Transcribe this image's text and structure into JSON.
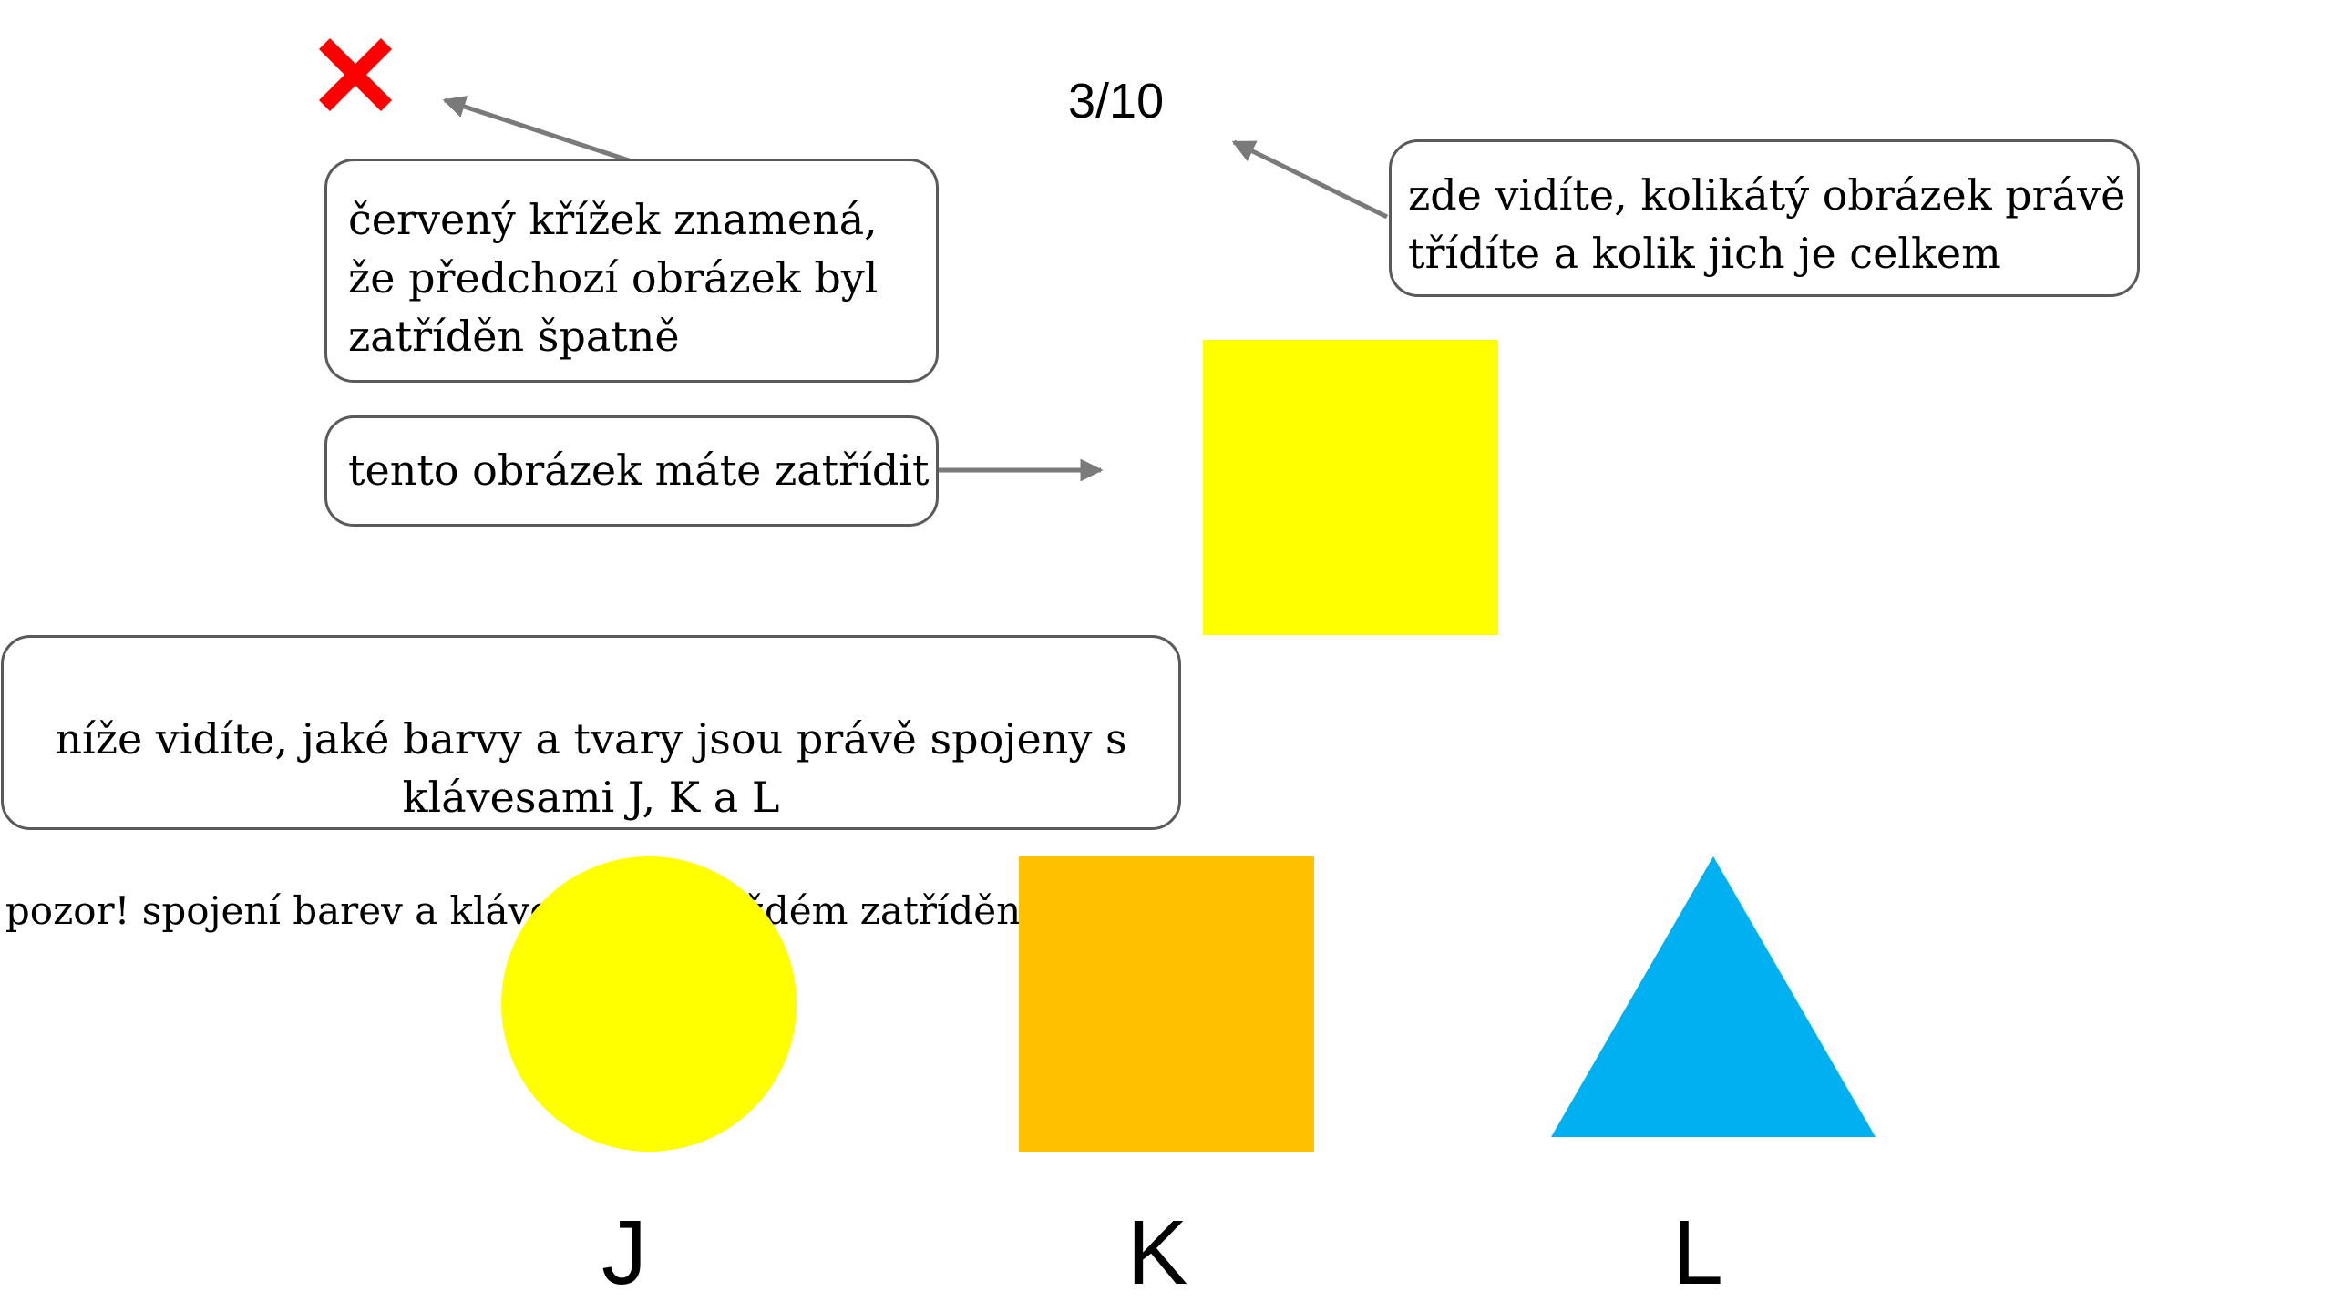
{
  "colors": {
    "cross": "#ff0000",
    "callout_border": "#5a5a5a",
    "arrow": "#7a7a7a",
    "target_fill": "#ffff00",
    "choice_j": "#ffff00",
    "choice_k": "#ffc000",
    "choice_l": "#00b0f0"
  },
  "feedback": {
    "icon": "red-cross-icon",
    "note": "červený křížek znamená,\nže předchozí obrázek byl\nzatříděn špatně"
  },
  "progress": {
    "counter": "3/10",
    "note": "zde vidíte, kolikátý obrázek právě\ntřídíte a kolik jich je celkem"
  },
  "target": {
    "shape": "square",
    "note": "tento obrázek máte zatřídit"
  },
  "mapping": {
    "line1": "níže vidíte, jaké barvy a tvary jsou právě spojeny s klávesami J, K a L",
    "line2": "pozor! spojení barev a kláves se po každém zatřídění změní!"
  },
  "choices": [
    {
      "key": "J",
      "shape": "circle"
    },
    {
      "key": "K",
      "shape": "square"
    },
    {
      "key": "L",
      "shape": "triangle"
    }
  ]
}
